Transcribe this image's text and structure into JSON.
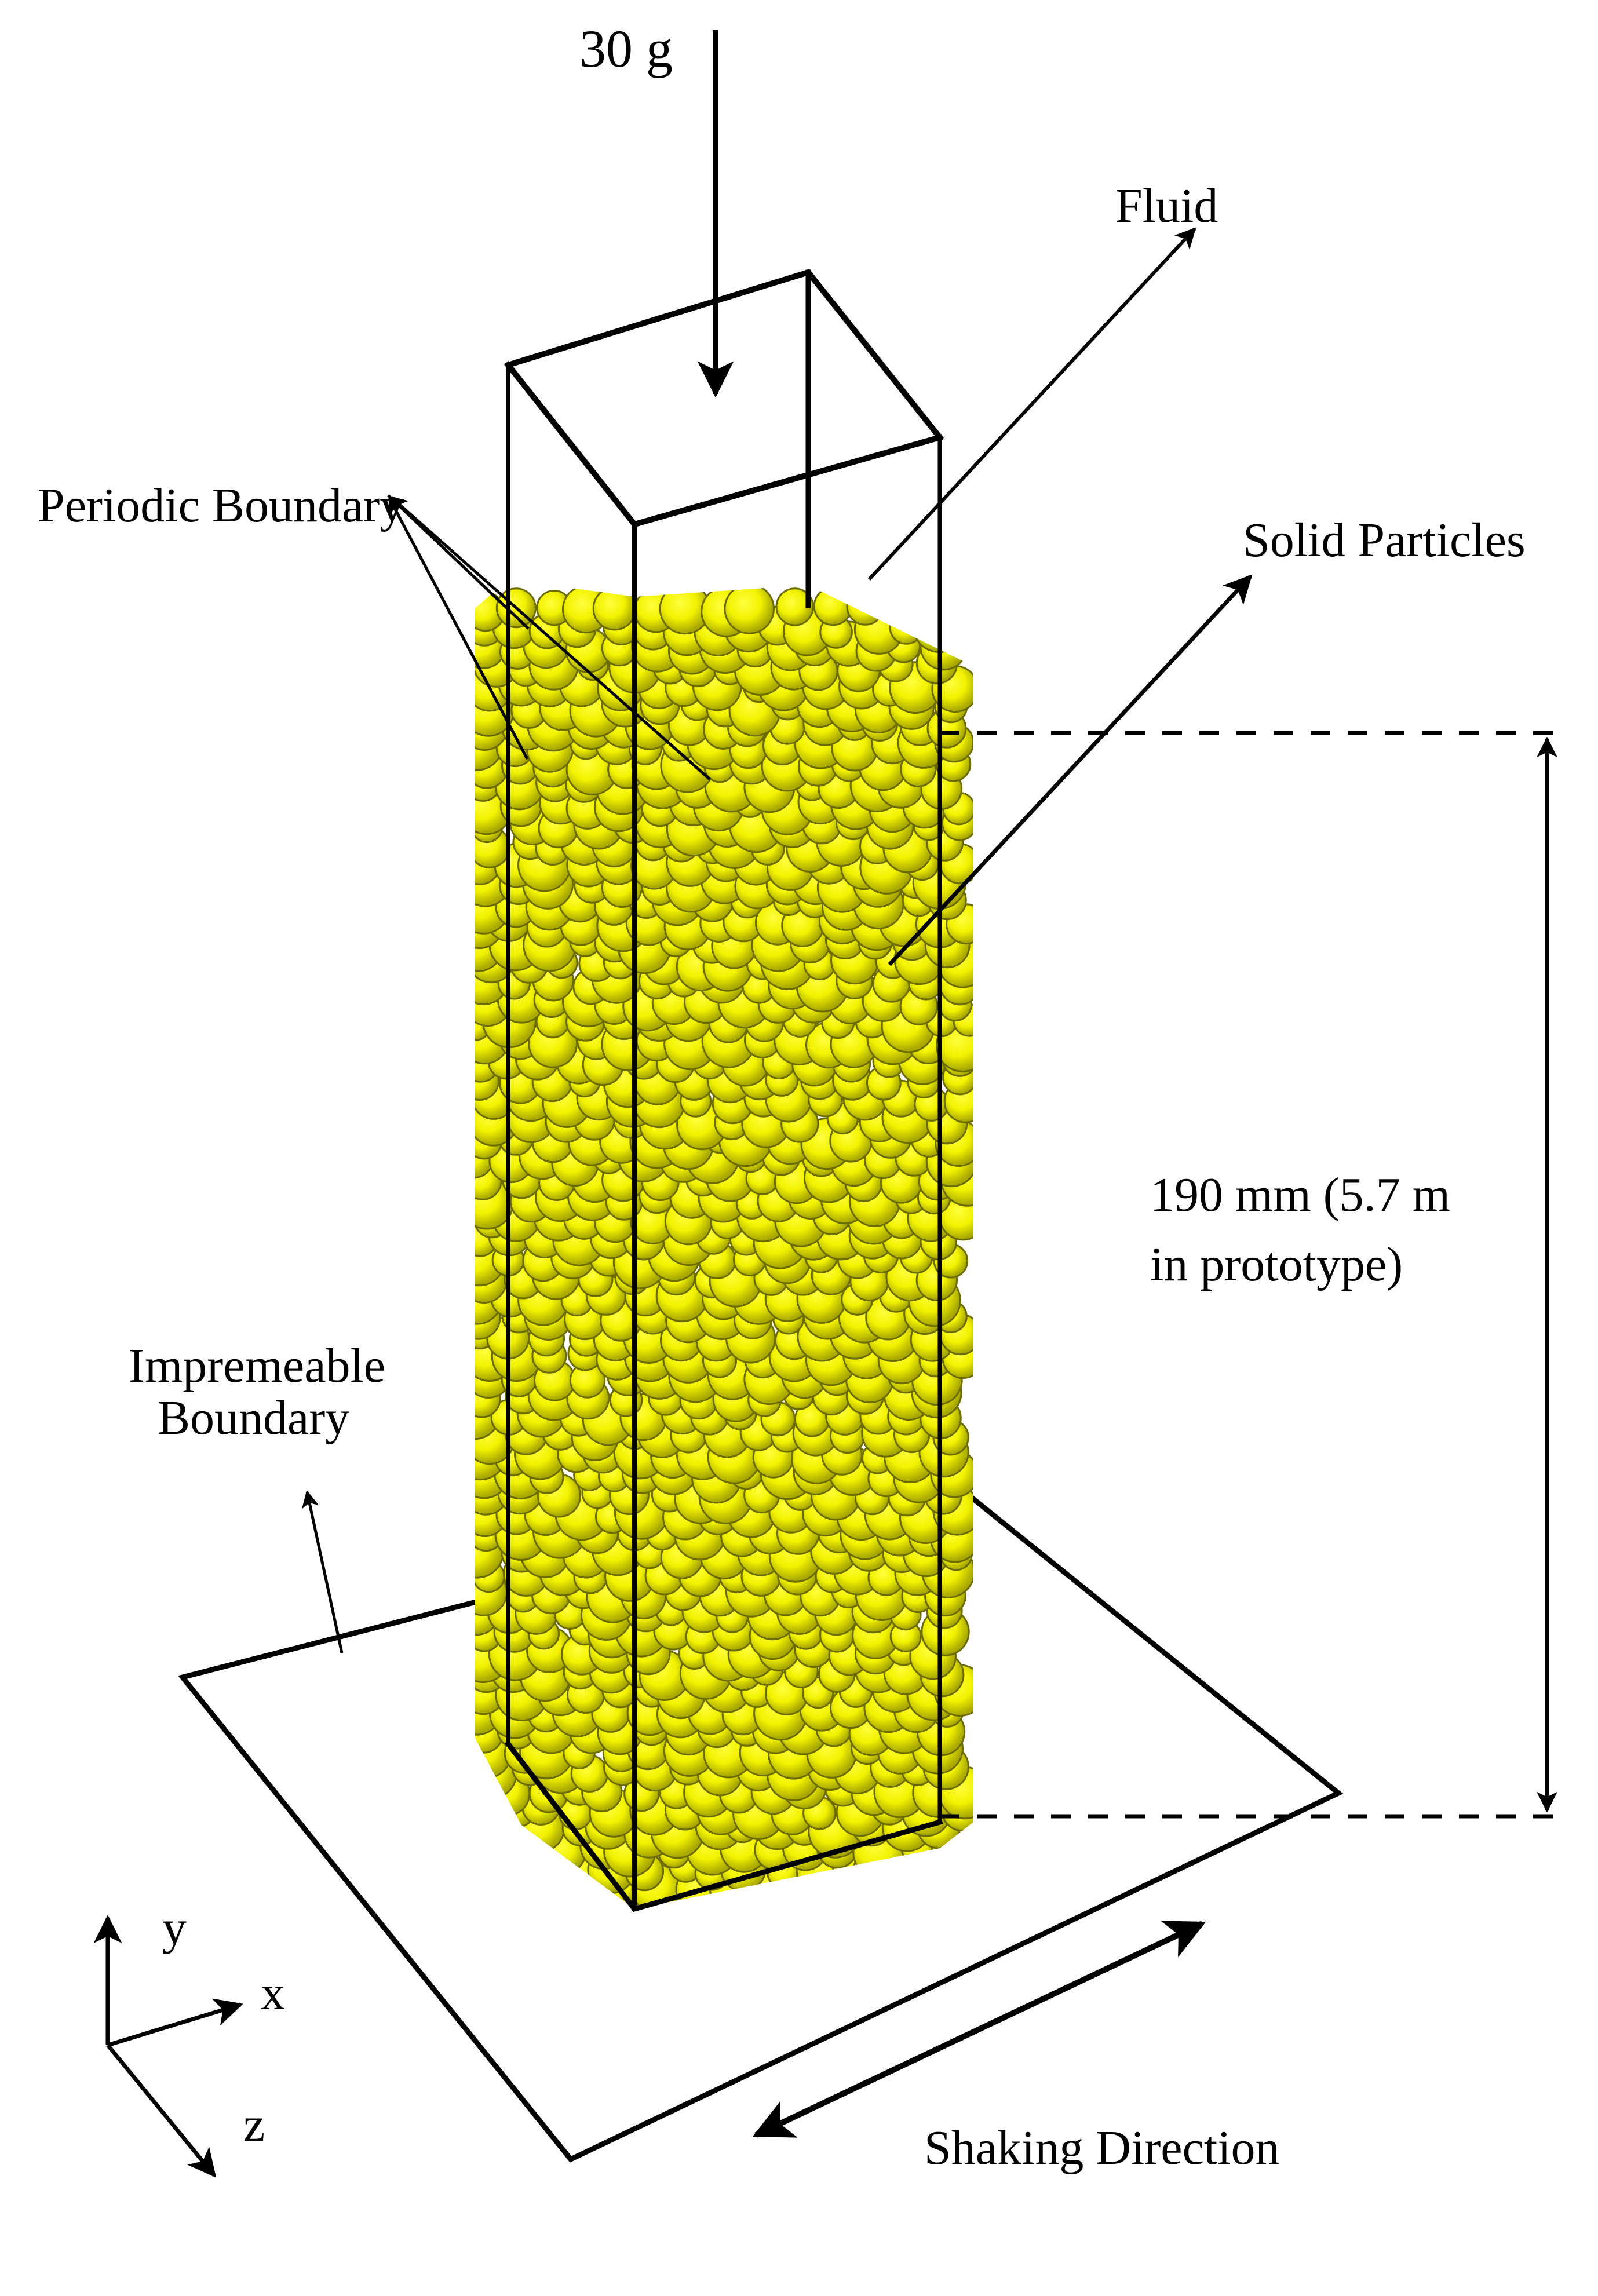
{
  "figure": {
    "type": "schematic",
    "description": "DEM-fluid shaking table model column"
  },
  "labels": {
    "gravity": "30 g",
    "fluid": "Fluid",
    "periodic_boundary": "Periodic Boundary",
    "solid_particles": "Solid Particles",
    "height_line1": "190 mm (5.7 m",
    "height_line2": "in prototype)",
    "impermeable_line1": "Impremeable",
    "impermeable_line2": "Boundary",
    "axis_y": "y",
    "axis_x": "x",
    "axis_z": "z",
    "shaking_direction": "Shaking Direction"
  },
  "colors": {
    "particle_fill": "#ffff00",
    "particle_edge": "#6b6b00",
    "line": "#000000",
    "background": "#ffffff"
  },
  "dimensions": {
    "model_height_mm": 190,
    "prototype_height_m": 5.7,
    "gravity_multiple": 30
  }
}
